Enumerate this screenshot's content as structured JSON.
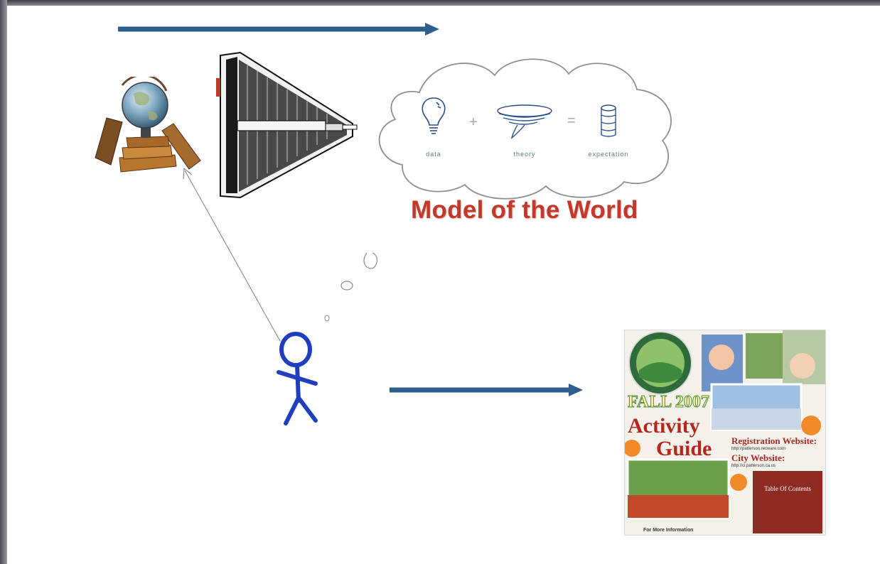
{
  "diagram": {
    "title": "Model of the World",
    "cloud": {
      "terms": [
        "data",
        "theory",
        "expectation"
      ],
      "operators": [
        "+",
        "="
      ]
    }
  },
  "brochure": {
    "season": "FALL 2007",
    "title_line1": "Activity",
    "title_line2": "Guide",
    "registration_heading": "Registration Website:",
    "registration_url": "http://patterson.recware.com",
    "city_heading": "City Website:",
    "city_url": "http://ci.patterson.ca.us",
    "contents_heading": "Table Of Contents",
    "footer": "For More Information"
  },
  "colors": {
    "arrow": "#2e5e8c",
    "stick_figure": "#1f3fbf",
    "title": "#c0392b",
    "cloud_stroke": "#8f8f8f",
    "sketch_ink": "#2a4f86"
  }
}
